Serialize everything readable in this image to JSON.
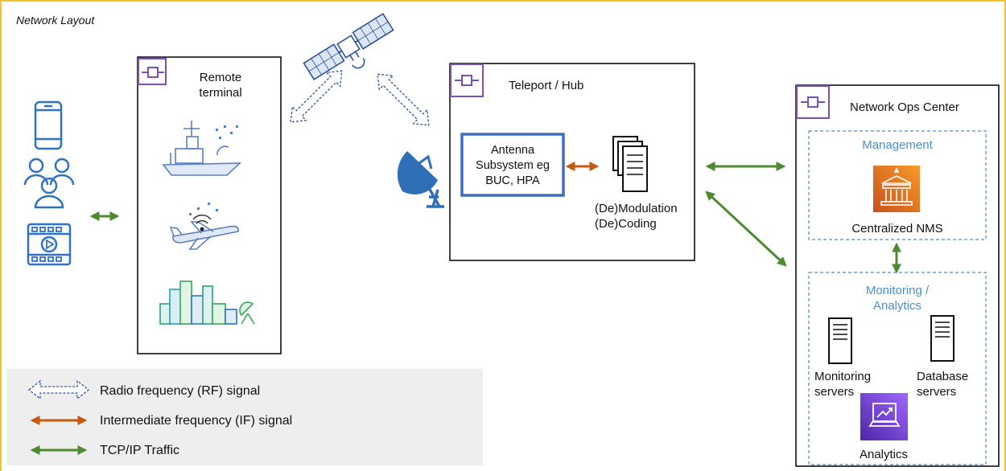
{
  "title": "Network Layout",
  "remote_terminal": {
    "label_line1": "Remote",
    "label_line2": "terminal"
  },
  "users_group": {
    "icons": [
      "smartphone-icon",
      "users-icon",
      "video-icon"
    ]
  },
  "teleport": {
    "title": "Teleport / Hub",
    "antenna_subsystem": {
      "line1": "Antenna",
      "line2": "Subsystem eg",
      "line3": "BUC, HPA"
    },
    "modulation": {
      "line1": "(De)Modulation",
      "line2": "(De)Coding"
    }
  },
  "noc": {
    "title": "Network Ops Center",
    "management": {
      "title": "Management",
      "nms_label": "Centralized NMS"
    },
    "monitoring": {
      "title_line1": "Monitoring /",
      "title_line2": "Analytics",
      "monitoring_servers": {
        "line1": "Monitoring",
        "line2": "servers"
      },
      "database_servers": {
        "line1": "Database",
        "line2": "servers"
      },
      "analytics_label": "Analytics"
    }
  },
  "legend": {
    "items": [
      {
        "label": "Radio frequency (RF) signal",
        "style": "dashed-blue"
      },
      {
        "label": "Intermediate frequency (IF) signal",
        "style": "orange"
      },
      {
        "label": "TCP/IP Traffic",
        "style": "green"
      }
    ]
  },
  "colors": {
    "frame": "#f2c12e",
    "green_arrow": "#4e8a2f",
    "orange_arrow": "#c55a11",
    "rf_blue": "#2f5597",
    "region_purple": "#7b4fb5",
    "dashed_box": "#4a8fc9",
    "nms_orange": "#e8641e",
    "analytics_purple": "#7b3fe4",
    "legend_bg": "#eeeeee"
  }
}
